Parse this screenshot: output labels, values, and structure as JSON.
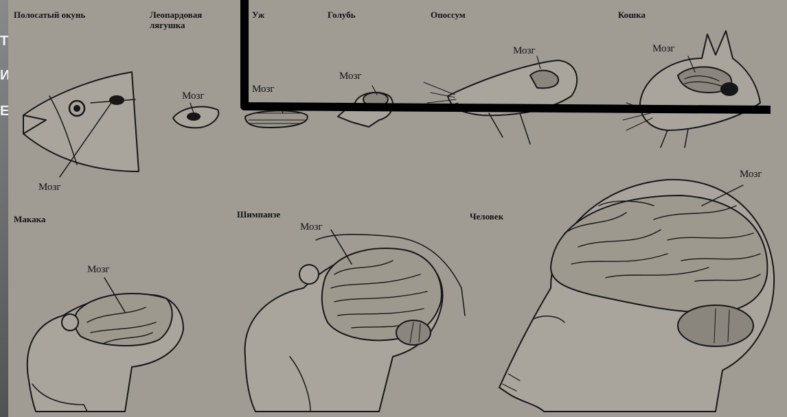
{
  "slide": {
    "fragments": [
      "Т",
      "И",
      "Е"
    ]
  },
  "figure": {
    "brain_label": "Мозг",
    "animals": [
      {
        "id": "perch",
        "caption": "Полосатый окунь"
      },
      {
        "id": "frog",
        "caption": "Леопардовая лягушка"
      },
      {
        "id": "snake",
        "caption": "Уж"
      },
      {
        "id": "pigeon",
        "caption": "Голубь"
      },
      {
        "id": "opossum",
        "caption": "Опоссум"
      },
      {
        "id": "cat",
        "caption": "Кошка"
      },
      {
        "id": "macaque",
        "caption": "Макака"
      },
      {
        "id": "chimpanzee",
        "caption": "Шимпанзе"
      },
      {
        "id": "human",
        "caption": "Человек"
      }
    ]
  },
  "highlight_box": {
    "color": "#000000"
  },
  "colors": {
    "panel": "#a09c94",
    "ink": "#111111"
  }
}
